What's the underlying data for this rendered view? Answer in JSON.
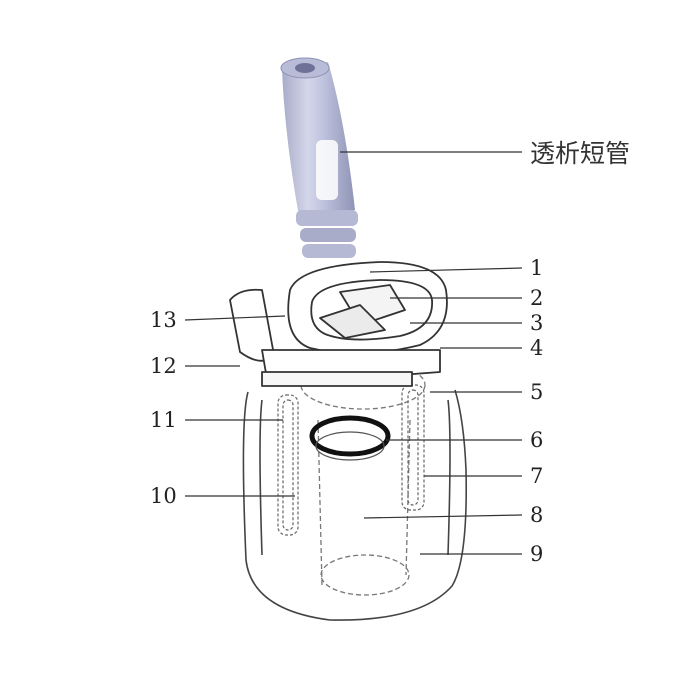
{
  "diagram": {
    "tube_label": "透析短管",
    "part_numbers": [
      "1",
      "2",
      "3",
      "4",
      "5",
      "6",
      "7",
      "8",
      "9",
      "10",
      "11",
      "12",
      "13"
    ],
    "colors": {
      "tube": "#c8cbe0",
      "tube_shade": "#9ea2c3",
      "line": "#444444",
      "hidden_line": "#777777"
    }
  }
}
